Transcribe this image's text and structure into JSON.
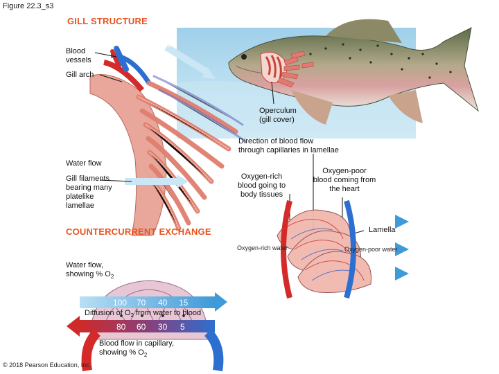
{
  "figure_number": "Figure 22.3_s3",
  "gill_structure": {
    "heading": "GILL STRUCTURE",
    "water_flow_top": "Water\nflow",
    "blood_vessels": "Blood\nvessels",
    "gill_arch": "Gill arch",
    "operculum": "Operculum\n(gill cover)",
    "water_flow_left": "Water flow",
    "gill_filaments": "Gill filaments\nbearing many\nplatelike\nlamellae",
    "direction_blood": "Direction of blood flow\nthrough capillaries in lamellae",
    "oxygen_rich_blood": "Oxygen-rich\nblood going to\nbody tissues",
    "oxygen_poor_blood": "Oxygen-poor\nblood coming from\nthe heart",
    "lamella": "Lamella",
    "oxygen_rich_water": "Oxygen-rich water",
    "oxygen_poor_water": "Oxygen-poor water"
  },
  "countercurrent": {
    "heading": "COUNTERCURRENT EXCHANGE",
    "water_flow_label": "Water flow,\nshowing % O",
    "water_flow_sub": "2",
    "water_values": [
      "100",
      "70",
      "40",
      "15"
    ],
    "diffusion_label": "Diffusion of O",
    "diffusion_sub": "2",
    "diffusion_suffix": " from water to blood",
    "blood_values": [
      "80",
      "60",
      "30",
      "5"
    ],
    "blood_flow_label": "Blood flow in capillary,\nshowing % O",
    "blood_flow_sub": "2"
  },
  "copyright": "© 2018 Pearson Education, Inc.",
  "colors": {
    "heading": "#e8531f",
    "water_arrow": "#4aa3df",
    "artery_red": "#d42a2a",
    "vein_blue": "#2d6fd0",
    "filament": "#e28a7a",
    "water_bg": "#bfe0f0"
  }
}
